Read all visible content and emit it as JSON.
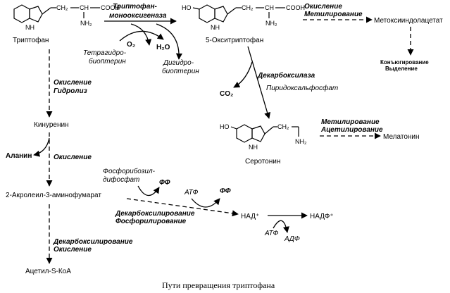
{
  "compounds": {
    "tryptophan": "Триптофан",
    "hydroxytryptophan": "5-Окситриптофан",
    "methoxyindoleacetate": "Метоксииндолацетат",
    "kynurenine": "Кинуренин",
    "serotonin": "Серотонин",
    "melatonin": "Мелатонин",
    "alanine": "Аланин",
    "acroleil": "2-Акролеил-3-аминофумарат",
    "nad": "НАД⁺",
    "nadp": "НАДФ⁺",
    "acetyl_coa": "Ацетил-S-КоА"
  },
  "structure_text": {
    "coo_h": "COOH",
    "nh2": "NH₂",
    "nh": "NH",
    "ho": "HO",
    "ch2": "CH₂",
    "ch": "CH"
  },
  "cofactors": {
    "o2": "O₂",
    "h2o": "H₂O",
    "thbp_1": "Тетрагидро-",
    "thbp_2": "биоптерин",
    "dhbp_1": "Дигидро-",
    "dhbp_2": "биоптерин",
    "co2": "CO₂",
    "plp": "Пиридоксальфосфат",
    "prpp_1": "Фосфорибозил-",
    "prpp_2": "дифосфат",
    "ff": "ФФ",
    "atp": "АТФ",
    "adp": "АДФ"
  },
  "enzymes": {
    "hydroxylase_1": "Триптофан-",
    "hydroxylase_2": "монооксигеназа",
    "ox_meth_1": "Окисление",
    "ox_meth_2": "Метилирование",
    "conj_1": "Конъюгирование",
    "conj_2": "Выделение",
    "decarboxylase": "Декарбоксилаза",
    "ox_hydrol_1": "Окисление",
    "ox_hydrol_2": "Гидролиз",
    "meth_acet_1": "Метилирование",
    "meth_acet_2": "Ацетилирование",
    "oxidation": "Окисление",
    "decarb_phos_1": "Декарбоксилирование",
    "decarb_phos_2": "Фосфорилирование",
    "decarb_ox_1": "Декарбоксилирование",
    "decarb_ox_2": "Окисление"
  },
  "caption": "Пути превращения триптофана"
}
